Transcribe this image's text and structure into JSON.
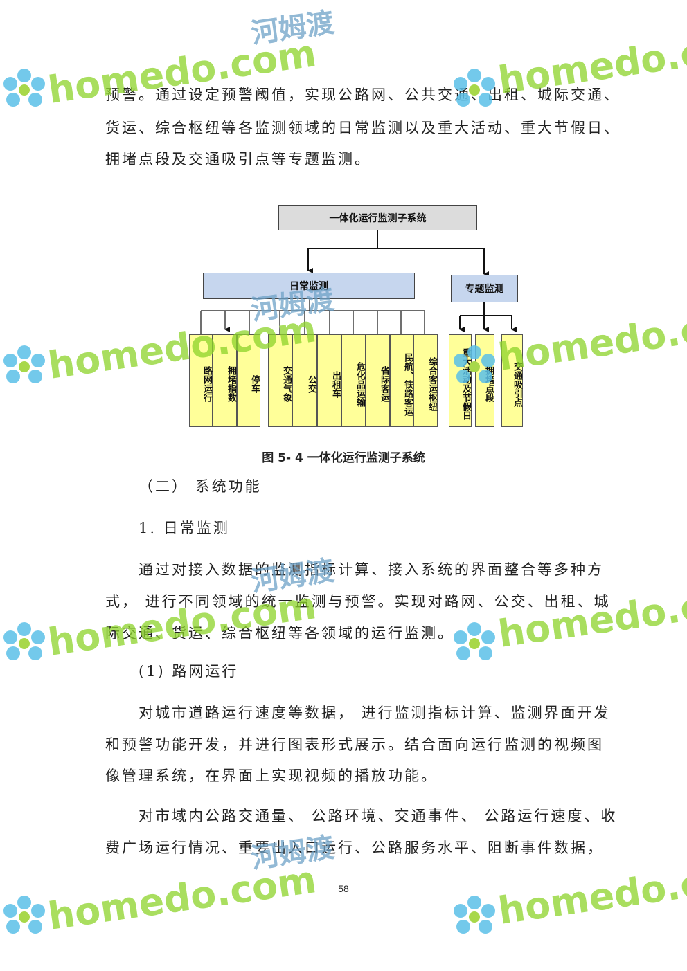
{
  "body": {
    "p1": [
      "预警。通过设定预警阈值，实现公路网、公共交通、出租、城际交通、",
      "货运、综合枢纽等各监测领域的日常监测以及重大活动、重大节假日、",
      "拥堵点段及交通吸引点等专题监测。"
    ],
    "heading_section": "（二） 系统功能",
    "heading_sub": "1. 日常监测",
    "p2": [
      "通过对接入数据的监测指标计算、接入系统的界面整合等多种方",
      "式， 进行不同领域的统一监测与预警。实现对路网、公交、出租、城",
      "际交通、货运、综合枢纽等各领域的运行监测。"
    ],
    "heading_item": "(1) 路网运行",
    "p3": [
      "对城市道路运行速度等数据， 进行监测指标计算、监测界面开发",
      "和预警功能开发，并进行图表形式展示。结合面向运行监测的视频图",
      "像管理系统，在界面上实现视频的播放功能。"
    ],
    "p4": [
      "对市域内公路交通量、 公路环境、交通事件、 公路运行速度、收",
      "费广场运行情况、重要出入口运行、公路服务水平、阻断事件数据，"
    ]
  },
  "diagram": {
    "root": "一体化运行监测子系统",
    "daily": "日常监测",
    "special": "专题监测",
    "daily_items": [
      "路网运行",
      "拥堵指数",
      "停车",
      "交通气象",
      "公交",
      "出租车",
      "危化品运输",
      "省际客运",
      "民航、铁路客运",
      "综合客运枢纽"
    ],
    "special_items": [
      "重大活动及节假日",
      "拥堵点段",
      "交通吸引点"
    ]
  },
  "caption": "图 5- 4 一体化运行监测子系统",
  "page_number": "58",
  "watermark": {
    "text": "homedo.com",
    "cn": "河姆渡"
  }
}
